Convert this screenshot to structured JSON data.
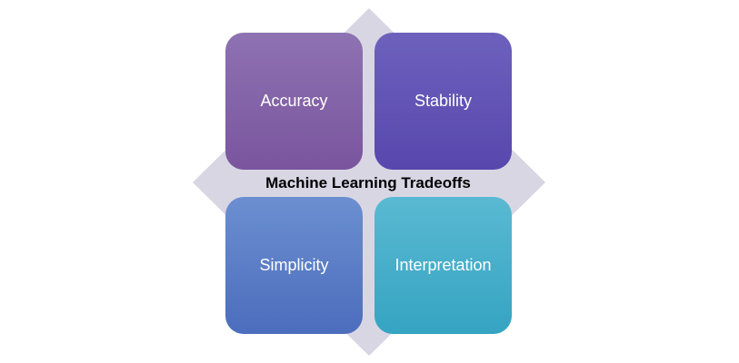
{
  "diagram": {
    "center_label": "Machine Learning Tradeoffs",
    "quadrants": [
      {
        "label": "Accuracy",
        "color": "#7f5ca4"
      },
      {
        "label": "Stability",
        "color": "#5c4db3"
      },
      {
        "label": "Simplicity",
        "color": "#577bc6"
      },
      {
        "label": "Interpretation",
        "color": "#40aec8"
      }
    ],
    "diamond_color": "#d9d6e4"
  }
}
